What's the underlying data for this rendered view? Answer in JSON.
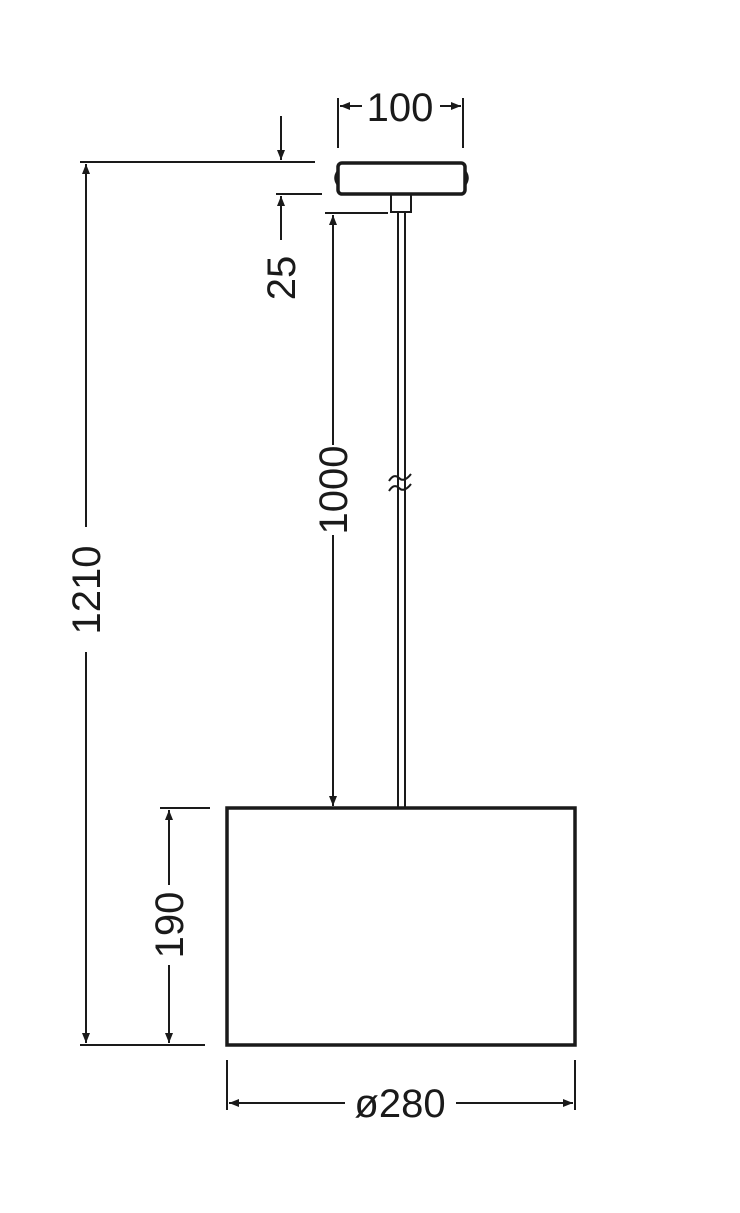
{
  "dimensions": {
    "canopy_width": "100",
    "canopy_height": "25",
    "cable_length": "1000",
    "total_height": "1210",
    "shade_height": "190",
    "shade_diameter": "ø280"
  },
  "colors": {
    "line": "#1a1a1a",
    "background": "#ffffff"
  }
}
